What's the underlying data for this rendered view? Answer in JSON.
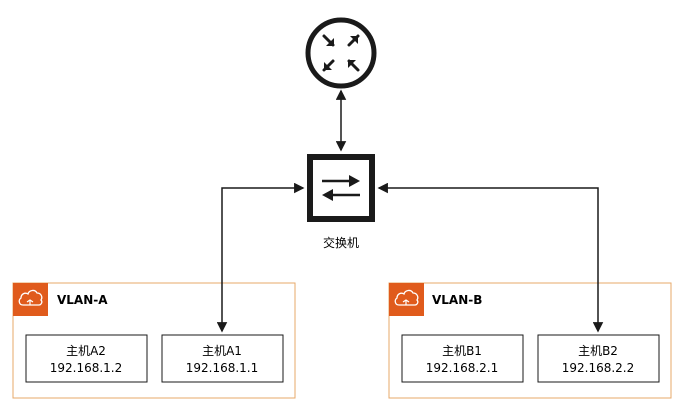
{
  "switch": {
    "label": "交换机"
  },
  "vlans": [
    {
      "title": "VLAN-A",
      "hosts": [
        {
          "name": "主机A2",
          "ip": "192.168.1.2"
        },
        {
          "name": "主机A1",
          "ip": "192.168.1.1"
        }
      ]
    },
    {
      "title": "VLAN-B",
      "hosts": [
        {
          "name": "主机B1",
          "ip": "192.168.2.1"
        },
        {
          "name": "主机B2",
          "ip": "192.168.2.2"
        }
      ]
    }
  ],
  "colors": {
    "group_border": "#E7A86A",
    "group_icon_bg": "#E05B1C",
    "line": "#1a1a1a"
  }
}
